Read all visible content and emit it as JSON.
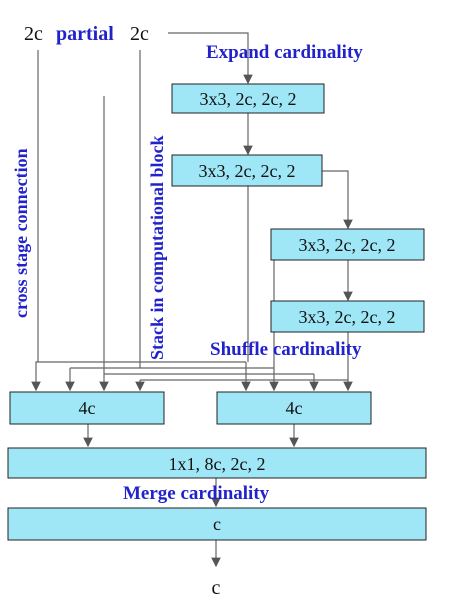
{
  "colors": {
    "box_fill": "#9fe6f7",
    "box_stroke": "#222222",
    "label_blue": "#2222cc",
    "arrow": "#555555"
  },
  "inputs": {
    "left": "2c",
    "partial": "partial",
    "right": "2c"
  },
  "labels": {
    "expand": "Expand cardinality",
    "shuffle": "Shuffle cardinality",
    "merge": "Merge cardinality",
    "cross_stage": "cross stage connection",
    "stack": "Stack in computational block"
  },
  "boxes": {
    "conv1": "3x3, 2c, 2c, 2",
    "conv2": "3x3, 2c, 2c, 2",
    "conv3": "3x3, 2c, 2c, 2",
    "conv4": "3x3, 2c, 2c, 2",
    "concat_left": "4c",
    "concat_right": "4c",
    "merge_conv": "1x1, 8c, 2c, 2",
    "out_box": "c"
  },
  "output": "c"
}
